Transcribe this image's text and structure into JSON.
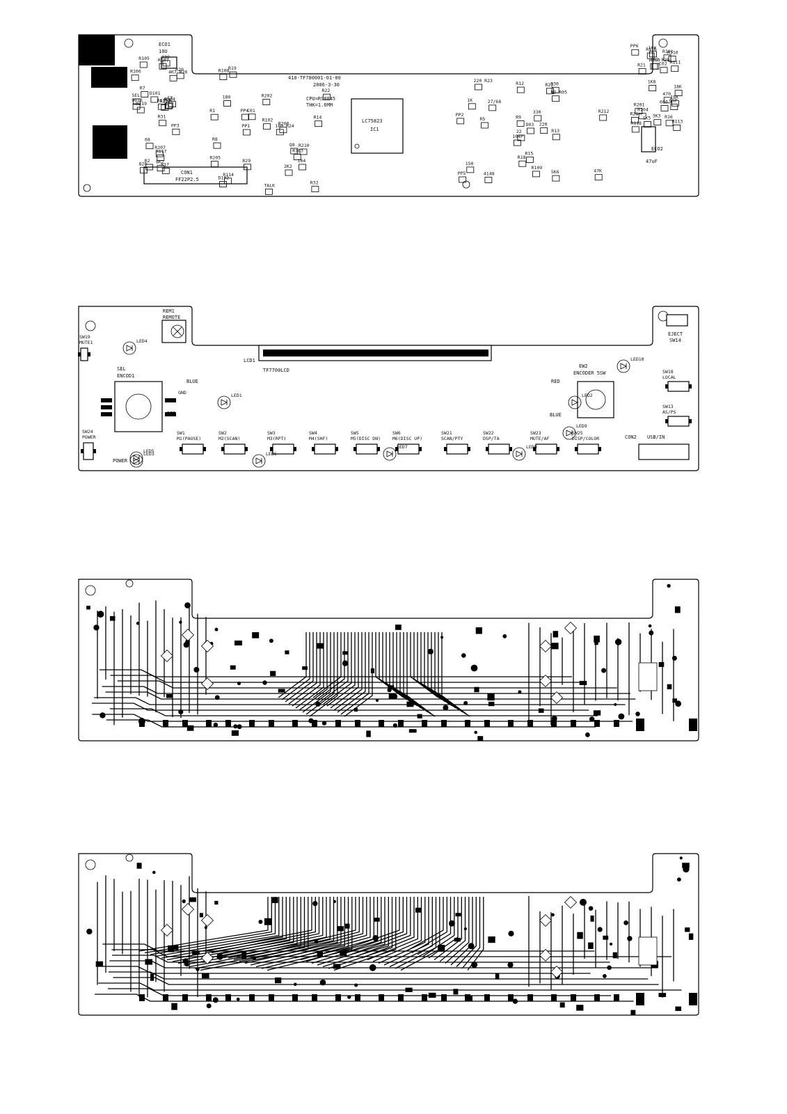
{
  "silkscreen_top": {
    "ic_part": "LC75823",
    "ic_ref": "IC1",
    "pcb_code": "410-TF780001-01-00",
    "date": "2006-3-30",
    "cpu_note": "CPU=RS8845",
    "thk_note": "THK=1.6MM",
    "connector_ref": "CON1",
    "connector_part": "FF22P2.5",
    "capacitor_ref": "ECO1",
    "capacitor_value": "10U",
    "capacitor2_ref": "ECO2",
    "capacitor2_value": "47uF",
    "labels": [
      {
        "t": "R31"
      },
      {
        "t": "180"
      },
      {
        "t": "22"
      },
      {
        "t": "R28"
      },
      {
        "t": "82K"
      },
      {
        "t": "R29"
      },
      {
        "t": "R30"
      },
      {
        "t": "4K7 R25"
      },
      {
        "t": "4K7 R26"
      },
      {
        "t": "180 R24"
      },
      {
        "t": "220 R23"
      },
      {
        "t": "R113"
      },
      {
        "t": "R119"
      },
      {
        "t": "R22"
      },
      {
        "t": "104P"
      },
      {
        "t": "C02"
      },
      {
        "t": "820"
      },
      {
        "t": "R202"
      },
      {
        "t": "330"
      },
      {
        "t": "R201"
      },
      {
        "t": "D101"
      },
      {
        "t": "D102"
      },
      {
        "t": "4148"
      },
      {
        "t": "R209"
      },
      {
        "t": "R204"
      },
      {
        "t": "R210"
      },
      {
        "t": "1K"
      },
      {
        "t": "10K"
      },
      {
        "t": "9013"
      },
      {
        "t": "Q8"
      },
      {
        "t": "R212"
      },
      {
        "t": "1K8"
      },
      {
        "t": "R207"
      },
      {
        "t": "R102"
      },
      {
        "t": "27/68"
      },
      {
        "t": "R101"
      },
      {
        "t": "68"
      },
      {
        "t": "R32"
      },
      {
        "t": "47K"
      },
      {
        "t": "470"
      },
      {
        "t": "330"
      },
      {
        "t": "C01"
      },
      {
        "t": "R5"
      },
      {
        "t": "680"
      },
      {
        "t": "R2"
      },
      {
        "t": "R1"
      },
      {
        "t": "220"
      },
      {
        "t": "R118"
      },
      {
        "t": "R117"
      },
      {
        "t": "R206"
      },
      {
        "t": "150"
      },
      {
        "t": "R111"
      },
      {
        "t": "R106"
      },
      {
        "t": "R103"
      },
      {
        "t": "5K6"
      },
      {
        "t": "R104"
      },
      {
        "t": "R105"
      },
      {
        "t": "R108"
      },
      {
        "t": "R109"
      },
      {
        "t": "R110"
      },
      {
        "t": "R107"
      },
      {
        "t": "PP1"
      },
      {
        "t": "PP2"
      },
      {
        "t": "R21"
      },
      {
        "t": "R20"
      },
      {
        "t": "R19"
      },
      {
        "t": "R22"
      },
      {
        "t": "R116"
      },
      {
        "t": "R115"
      },
      {
        "t": "R205"
      },
      {
        "t": "R18"
      },
      {
        "t": "1K5"
      },
      {
        "t": "PP3"
      },
      {
        "t": "PP4"
      },
      {
        "t": "PP5"
      },
      {
        "t": "PP6"
      },
      {
        "t": "R7"
      },
      {
        "t": "R8"
      },
      {
        "t": "R9"
      },
      {
        "t": "3K3"
      },
      {
        "t": "R112"
      },
      {
        "t": "R114"
      },
      {
        "t": "R13"
      },
      {
        "t": "18K"
      },
      {
        "t": "8K2"
      },
      {
        "t": "R14"
      },
      {
        "t": "R15"
      },
      {
        "t": "R16"
      },
      {
        "t": "R17"
      },
      {
        "t": "2K2"
      },
      {
        "t": "R12"
      },
      {
        "t": "18K"
      },
      {
        "t": "C3"
      },
      {
        "t": "104"
      },
      {
        "t": "D03"
      },
      {
        "t": "GSP"
      },
      {
        "t": "SEL"
      },
      {
        "t": "TALK"
      },
      {
        "t": "NO R05"
      }
    ]
  },
  "silkscreen_front": {
    "lcd_ref": "LCD1",
    "lcd_part": "TF7700LCD",
    "remote_ref": "REM1",
    "remote_label": "REMOTE",
    "encoder1_ref": "SEL",
    "encoder1_part": "ENCOD1",
    "encoder2_ref": "EW2",
    "encoder2_part": "ENCODER 5SW",
    "con2_ref": "CON2",
    "con2_label": "USB/IN",
    "eject_label": "EJECT",
    "eject_ref": "SW14",
    "leds": [
      {
        "ref": "LED1"
      },
      {
        "ref": "LED2"
      },
      {
        "ref": "LED3"
      },
      {
        "ref": "LED4"
      },
      {
        "ref": "LED5"
      },
      {
        "ref": "LED6"
      },
      {
        "ref": "LED7"
      },
      {
        "ref": "LED8"
      },
      {
        "ref": "LED9"
      },
      {
        "ref": "LED10"
      }
    ],
    "colors": {
      "blue": "BLUE",
      "red": "RED"
    },
    "switches": [
      {
        "ref": "SW19",
        "label": "MUTE1"
      },
      {
        "ref": "SW24",
        "label": "POWER"
      },
      {
        "ref": "SW1",
        "label": "M1(PAUSE)"
      },
      {
        "ref": "SW2",
        "label": "M2(SCAN)"
      },
      {
        "ref": "SW3",
        "label": "M3(RPT)"
      },
      {
        "ref": "SW4",
        "label": "M4(SHF)"
      },
      {
        "ref": "SW5",
        "label": "M5(DISC DN)"
      },
      {
        "ref": "SW6",
        "label": "M6(DISC UP)"
      },
      {
        "ref": "SW21",
        "label": "SCAN/PTY"
      },
      {
        "ref": "SW22",
        "label": "DSP/TA"
      },
      {
        "ref": "SW23",
        "label": "MUTE/AF"
      },
      {
        "ref": "SW25",
        "label": "DISP/COLOR"
      },
      {
        "ref": "SW18",
        "label": "LOCAL"
      },
      {
        "ref": "SW13",
        "label": "AS/PS"
      }
    ],
    "gnd_label": "GND",
    "power_led_label": "POWER"
  },
  "layers": {
    "copper_top": "copper-top-layer",
    "copper_bottom": "copper-bottom-layer"
  }
}
